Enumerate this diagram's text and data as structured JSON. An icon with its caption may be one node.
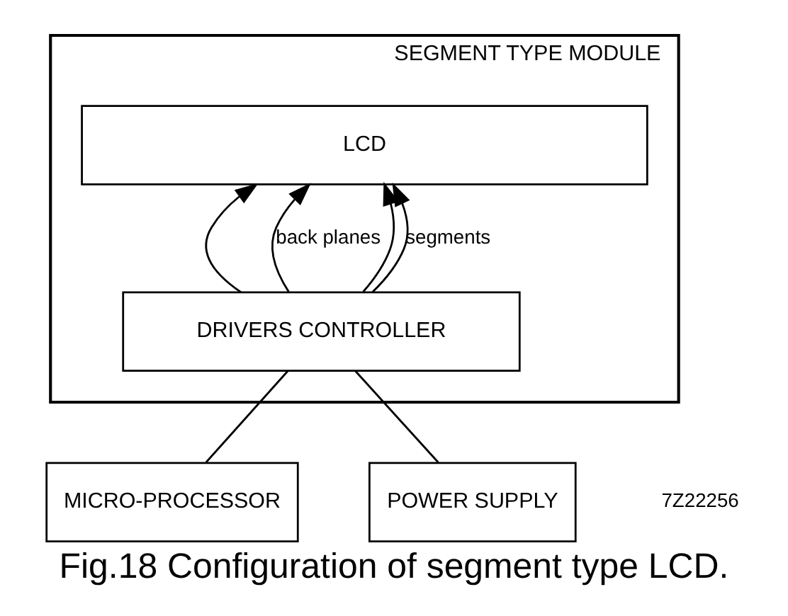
{
  "diagram": {
    "caption": "Fig.18 Configuration of segment type LCD.",
    "nodes": [
      {
        "text": [
          "SEGMENT TYPE MODULE"
        ]
      },
      {
        "text": [
          "LCD"
        ],
        "in": 0
      },
      {
        "text": [
          "DRIVERS CONTROLLER"
        ],
        "in": 0
      },
      {
        "text": [
          "MICRO-PROCESSOR"
        ]
      },
      {
        "text": [
          "POWER SUPPLY"
        ]
      }
    ],
    "edges": [
      {
        "from": 2,
        "to": 1,
        "arrow": "to"
      },
      {
        "from": 2,
        "to": 1,
        "arrow": "to",
        "label": "back planes"
      },
      {
        "from": 2,
        "to": 1,
        "arrow": "to"
      },
      {
        "from": 2,
        "to": 1,
        "arrow": "to",
        "label": "segments"
      },
      {
        "from": 3,
        "to": 2,
        "arrow": "none"
      },
      {
        "from": 4,
        "to": 2,
        "arrow": "none"
      }
    ],
    "labels": [
      "7Z22256"
    ]
  }
}
